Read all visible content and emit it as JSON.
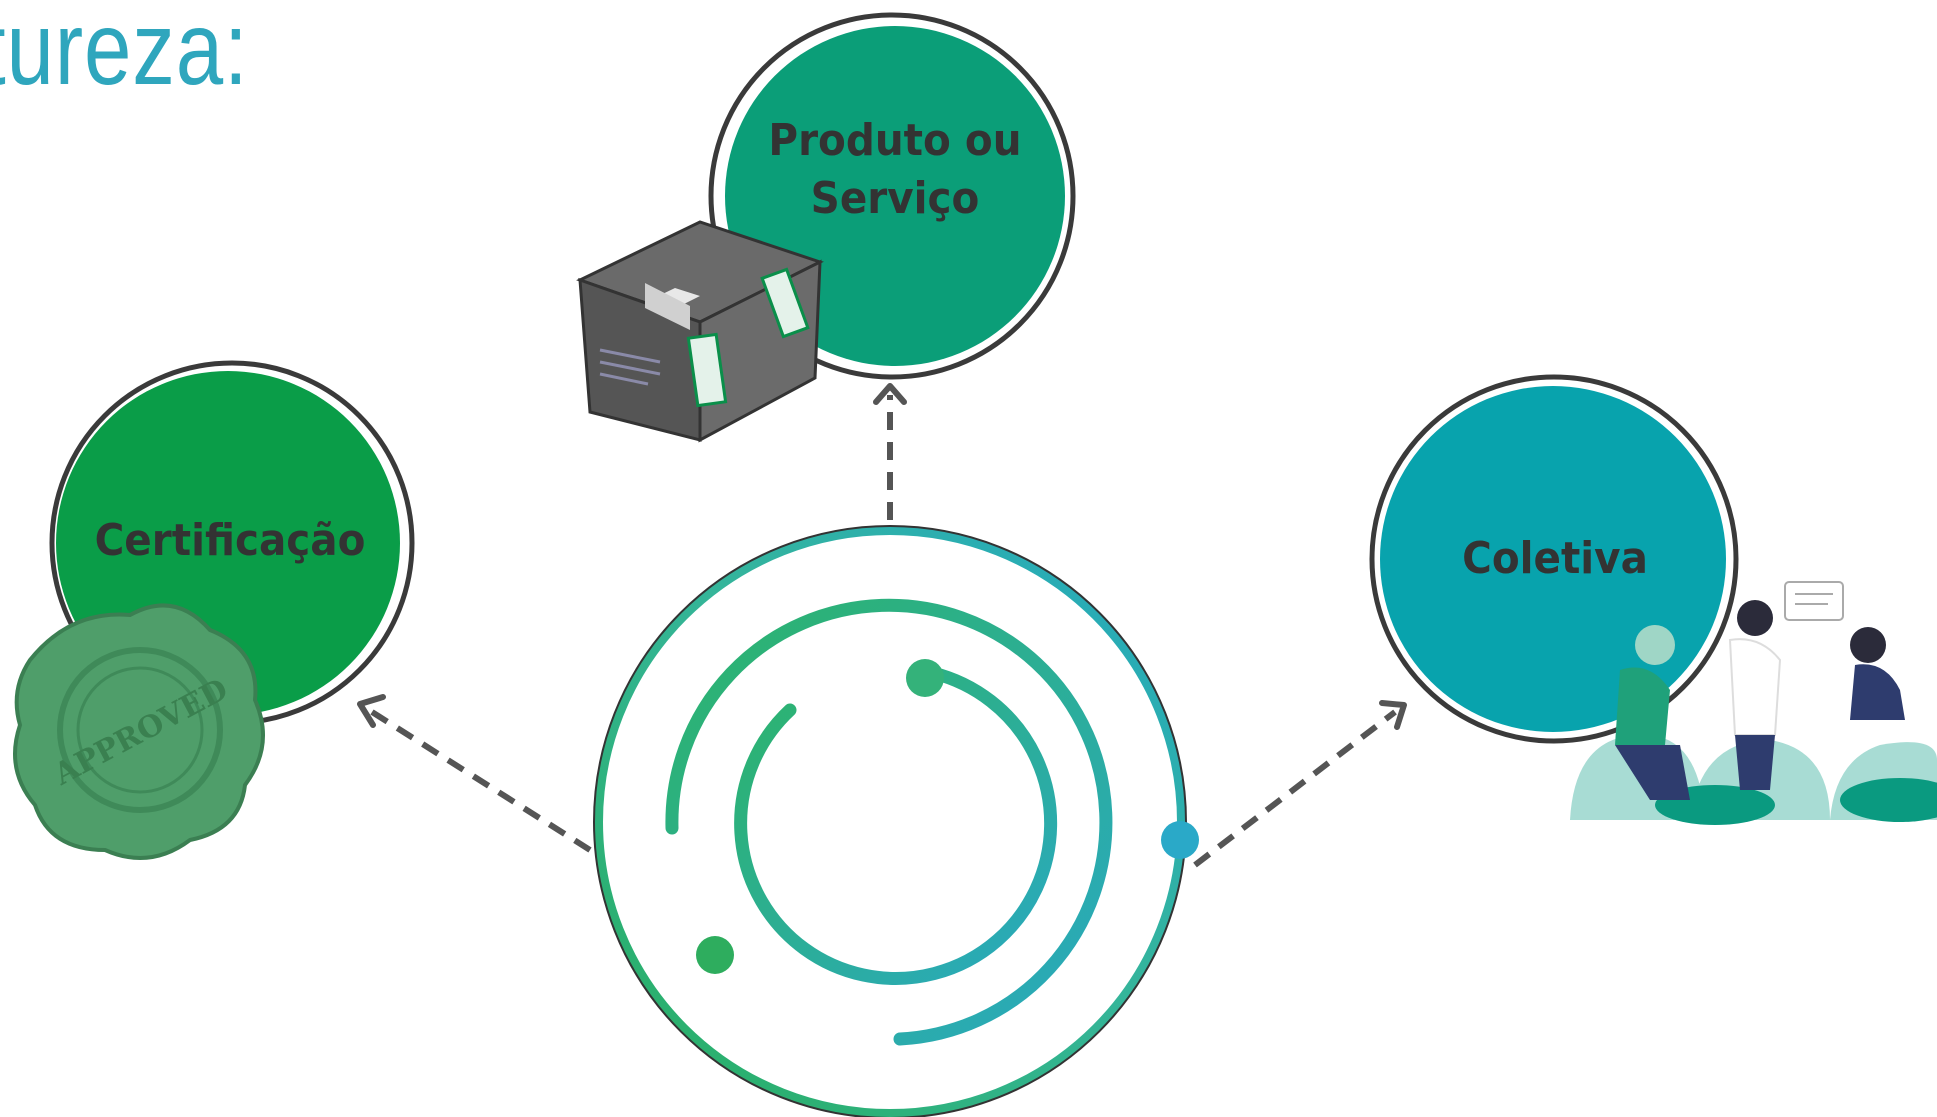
{
  "title": "tureza:",
  "nodes": {
    "produto": {
      "line1": "Produto ou",
      "line2": "Serviço"
    },
    "certificacao": {
      "label": "Certificação"
    },
    "coletiva": {
      "label": "Coletiva"
    }
  },
  "illustrations": {
    "box": "package-box-icon",
    "seal": "approved-seal-icon",
    "seal_text": "APPROVED",
    "people": "people-meeting-illustration"
  },
  "colors": {
    "title": "#2fa6bd",
    "produto_fill": "#0b9e78",
    "certificacao_fill": "#0a9d48",
    "coletiva_fill": "#08a3ad",
    "arrow": "#555555",
    "ring_green": "#2bb36e",
    "ring_teal": "#2aaab8"
  }
}
